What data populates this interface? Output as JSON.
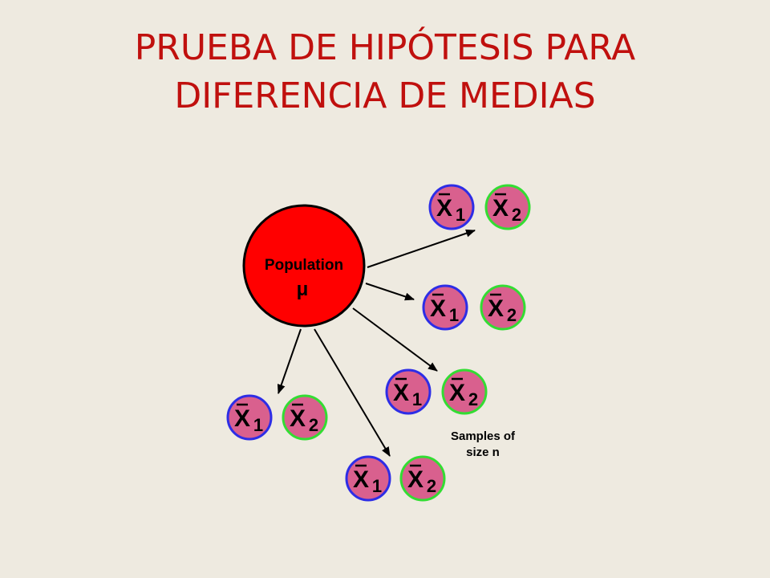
{
  "slide": {
    "title_line1": "PRUEBA DE HIPÓTESIS PARA",
    "title_line2": "DIFERENCIA DE MEDIAS"
  },
  "diagram": {
    "population": {
      "label": "Population",
      "symbol": "μ",
      "color": "#FF0000"
    },
    "sample_pair": {
      "mean1": "X",
      "index1": "1",
      "mean2": "X",
      "index2": "2",
      "fill_color": "#D9608E",
      "ring1_color": "#2D2DE6",
      "ring2_color": "#33DD33"
    },
    "sample_count": 5,
    "note_line1": "Samples of",
    "note_line2": "size n"
  },
  "colors": {
    "background": "#EEEAE0",
    "title": "#C0100E"
  }
}
